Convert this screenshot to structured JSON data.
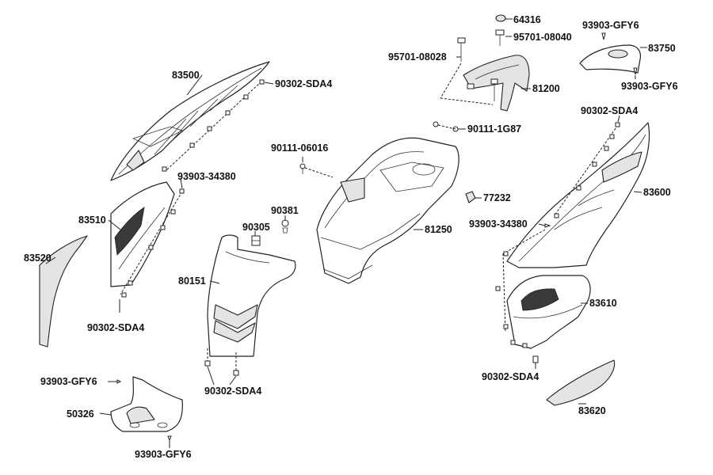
{
  "labels": {
    "p83500": "83500",
    "p90302_sda4_top": "90302-SDA4",
    "p83510": "83510",
    "p93903_34380_left": "93903-34380",
    "p83520": "83520",
    "p90302_sda4_left": "90302-SDA4",
    "p90381": "90381",
    "p90305": "90305",
    "p80151": "80151",
    "p90302_sda4_center": "90302-SDA4",
    "p93903_gfy6_left": "93903-GFY6",
    "p50326": "50326",
    "p93903_gfy6_bottom": "93903-GFY6",
    "p90111_06016": "90111-06016",
    "p81250": "81250",
    "p77232": "77232",
    "p90111_1g87": "90111-1G87",
    "p64316": "64316",
    "p95701_08040": "95701-08040",
    "p95701_08028": "95701-08028",
    "p81200": "81200",
    "p93903_gfy6_top": "93903-GFY6",
    "p83750": "83750",
    "p93903_gfy6_right": "93903-GFY6",
    "p90302_sda4_right": "90302-SDA4",
    "p83600": "83600",
    "p93903_34380_right": "93903-34380",
    "p83610": "83610",
    "p90302_sda4_bottomright": "90302-SDA4",
    "p83620": "83620"
  }
}
